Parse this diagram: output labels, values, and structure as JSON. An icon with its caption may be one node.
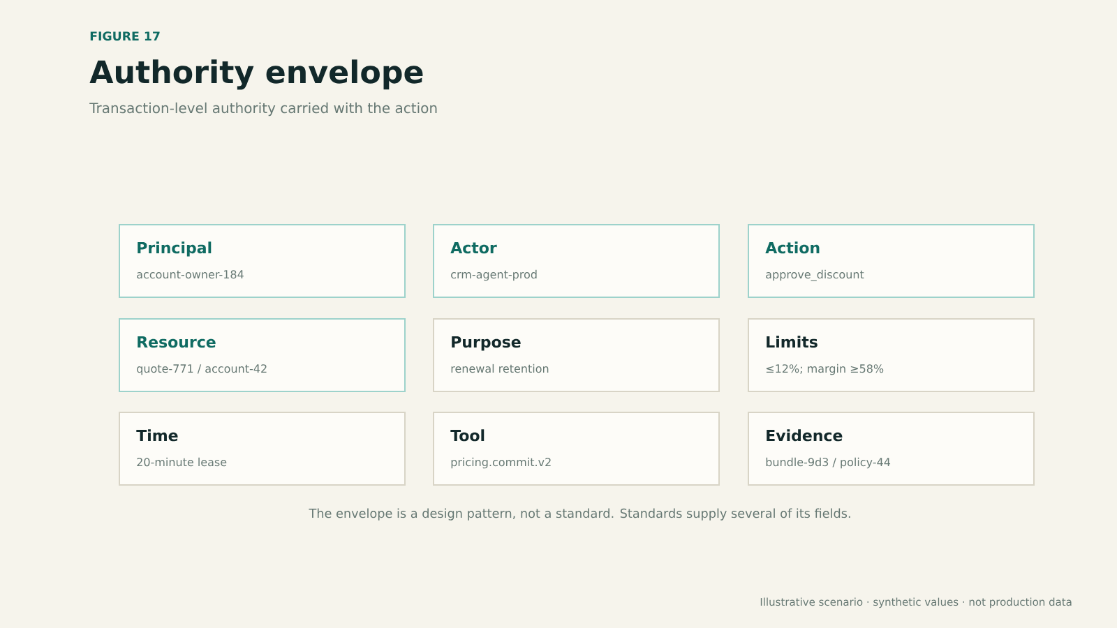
{
  "diagram": {
    "title": "Authority envelope",
    "caption": "The envelope is a design pattern, not a standard. Standards supply several of its fields.",
    "nodes": [
      {
        "text": [
          "Principal",
          "account-owner-184"
        ]
      },
      {
        "text": [
          "Actor",
          "crm-agent-prod"
        ]
      },
      {
        "text": [
          "Action",
          "approve_discount"
        ]
      },
      {
        "text": [
          "Resource",
          "quote-771 / account-42"
        ]
      },
      {
        "text": [
          "Purpose",
          "renewal retention"
        ]
      },
      {
        "text": [
          "Limits",
          "≤12%; margin ≥58%"
        ]
      },
      {
        "text": [
          "Time",
          "20-minute lease"
        ]
      },
      {
        "text": [
          "Tool",
          "pricing.commit.v2"
        ]
      },
      {
        "text": [
          "Evidence",
          "bundle-9d3 / policy-44"
        ]
      }
    ],
    "labels": [
      "FIGURE 17",
      "Transaction-level authority carried with the action",
      "Illustrative scenario · synthetic values · not production data"
    ]
  }
}
